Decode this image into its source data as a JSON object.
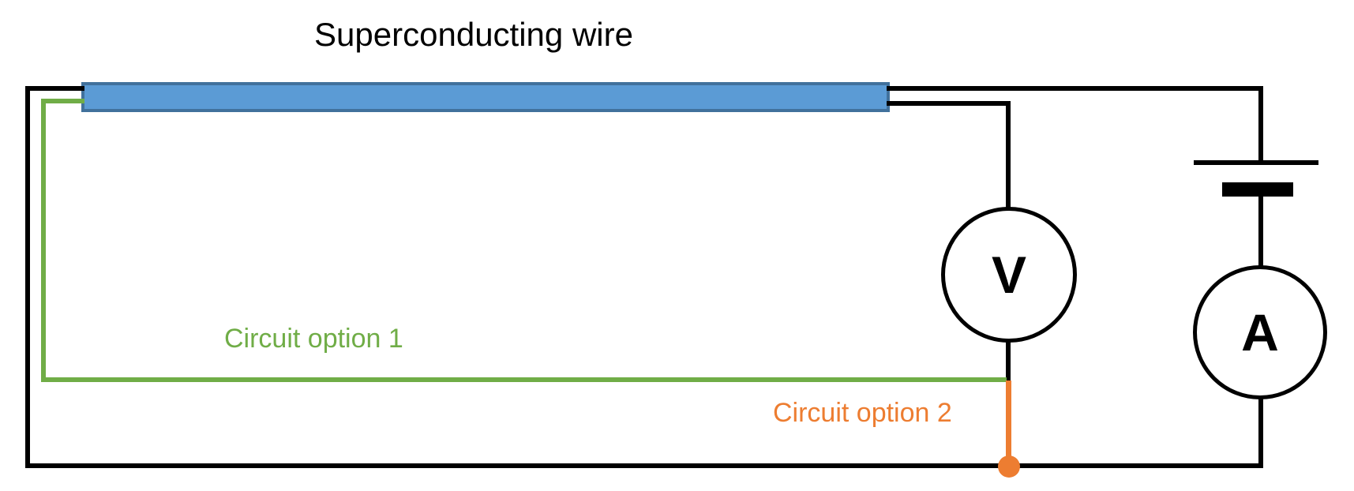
{
  "title": "Superconducting wire",
  "labels": {
    "option1": "Circuit option 1",
    "option2": "Circuit option 2"
  },
  "meters": {
    "voltmeter_symbol": "V",
    "ammeter_symbol": "A"
  },
  "colors": {
    "wire_black": "#000000",
    "superconductor_fill": "#5B9BD5",
    "superconductor_border": "#41719C",
    "option1_green": "#70AD47",
    "option2_orange": "#ED7D31",
    "background": "#FFFFFF"
  }
}
